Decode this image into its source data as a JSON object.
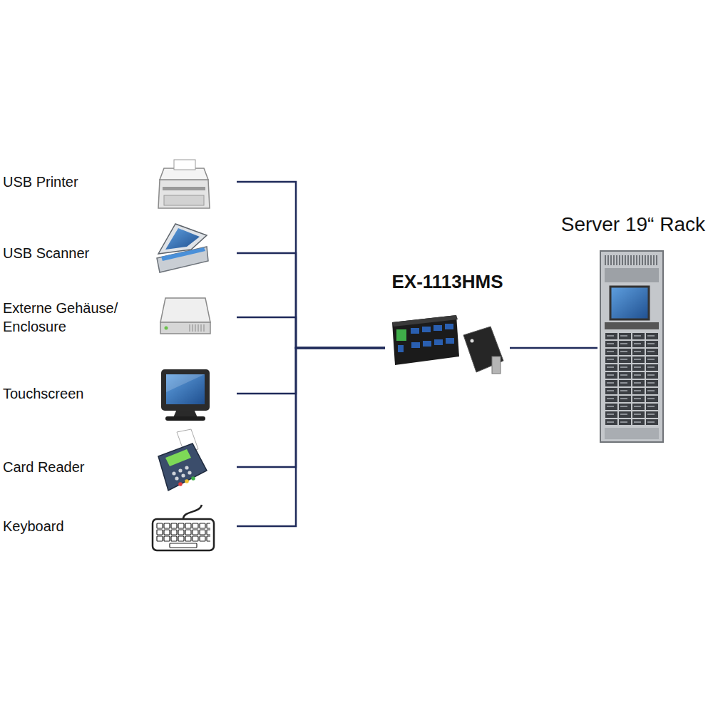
{
  "diagram": {
    "nodes": [
      {
        "text": [
          "USB Printer"
        ]
      },
      {
        "text": [
          "USB Scanner"
        ]
      },
      {
        "text": [
          "Externe Gehäuse/ Enclosure"
        ]
      },
      {
        "text": [
          "Touchscreen"
        ]
      },
      {
        "text": [
          "Card Reader"
        ]
      },
      {
        "text": [
          "Keyboard"
        ]
      },
      {
        "text": [
          "EX-1113HMS"
        ]
      },
      {
        "text": [
          "Server 19“ Rack"
        ]
      }
    ],
    "edges": [
      {
        "from": 0,
        "to": 6,
        "arrow": "none"
      },
      {
        "from": 1,
        "to": 6,
        "arrow": "none"
      },
      {
        "from": 2,
        "to": 6,
        "arrow": "none"
      },
      {
        "from": 3,
        "to": 6,
        "arrow": "none"
      },
      {
        "from": 4,
        "to": 6,
        "arrow": "none"
      },
      {
        "from": 5,
        "to": 6,
        "arrow": "none"
      },
      {
        "from": 6,
        "to": 7,
        "arrow": "none"
      }
    ]
  }
}
